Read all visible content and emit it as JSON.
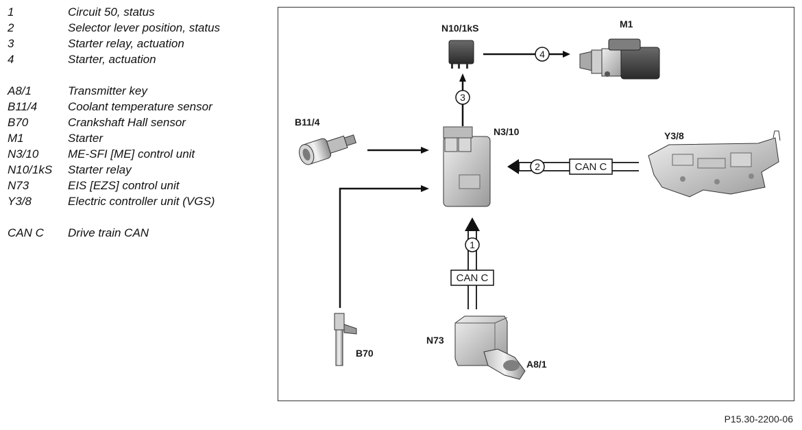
{
  "legend": {
    "signals": [
      {
        "code": "1",
        "desc": "Circuit 50, status"
      },
      {
        "code": "2",
        "desc": "Selector lever position, status"
      },
      {
        "code": "3",
        "desc": "Starter relay, actuation"
      },
      {
        "code": "4",
        "desc": "Starter, actuation"
      }
    ],
    "components": [
      {
        "code": "A8/1",
        "desc": "Transmitter key"
      },
      {
        "code": "B11/4",
        "desc": "Coolant temperature sensor"
      },
      {
        "code": "B70",
        "desc": "Crankshaft Hall sensor"
      },
      {
        "code": "M1",
        "desc": "Starter"
      },
      {
        "code": "N3/10",
        "desc": "ME-SFI [ME] control unit"
      },
      {
        "code": "N10/1kS",
        "desc": "Starter relay"
      },
      {
        "code": "N73",
        "desc": "EIS [EZS] control unit"
      },
      {
        "code": "Y3/8",
        "desc": "Electric controller unit (VGS)"
      }
    ],
    "buses": [
      {
        "code": "CAN C",
        "desc": "Drive train CAN"
      }
    ]
  },
  "diagram": {
    "labels": {
      "n10": "N10/1kS",
      "m1": "M1",
      "b11": "B11/4",
      "n3": "N3/10",
      "y38": "Y3/8",
      "n73": "N73",
      "b70": "B70",
      "a81": "A8/1"
    },
    "signals": {
      "s1": "1",
      "s2": "2",
      "s3": "3",
      "s4": "4"
    },
    "can_bus_label": "CAN C"
  },
  "figure_reference": "P15.30-2200-06"
}
